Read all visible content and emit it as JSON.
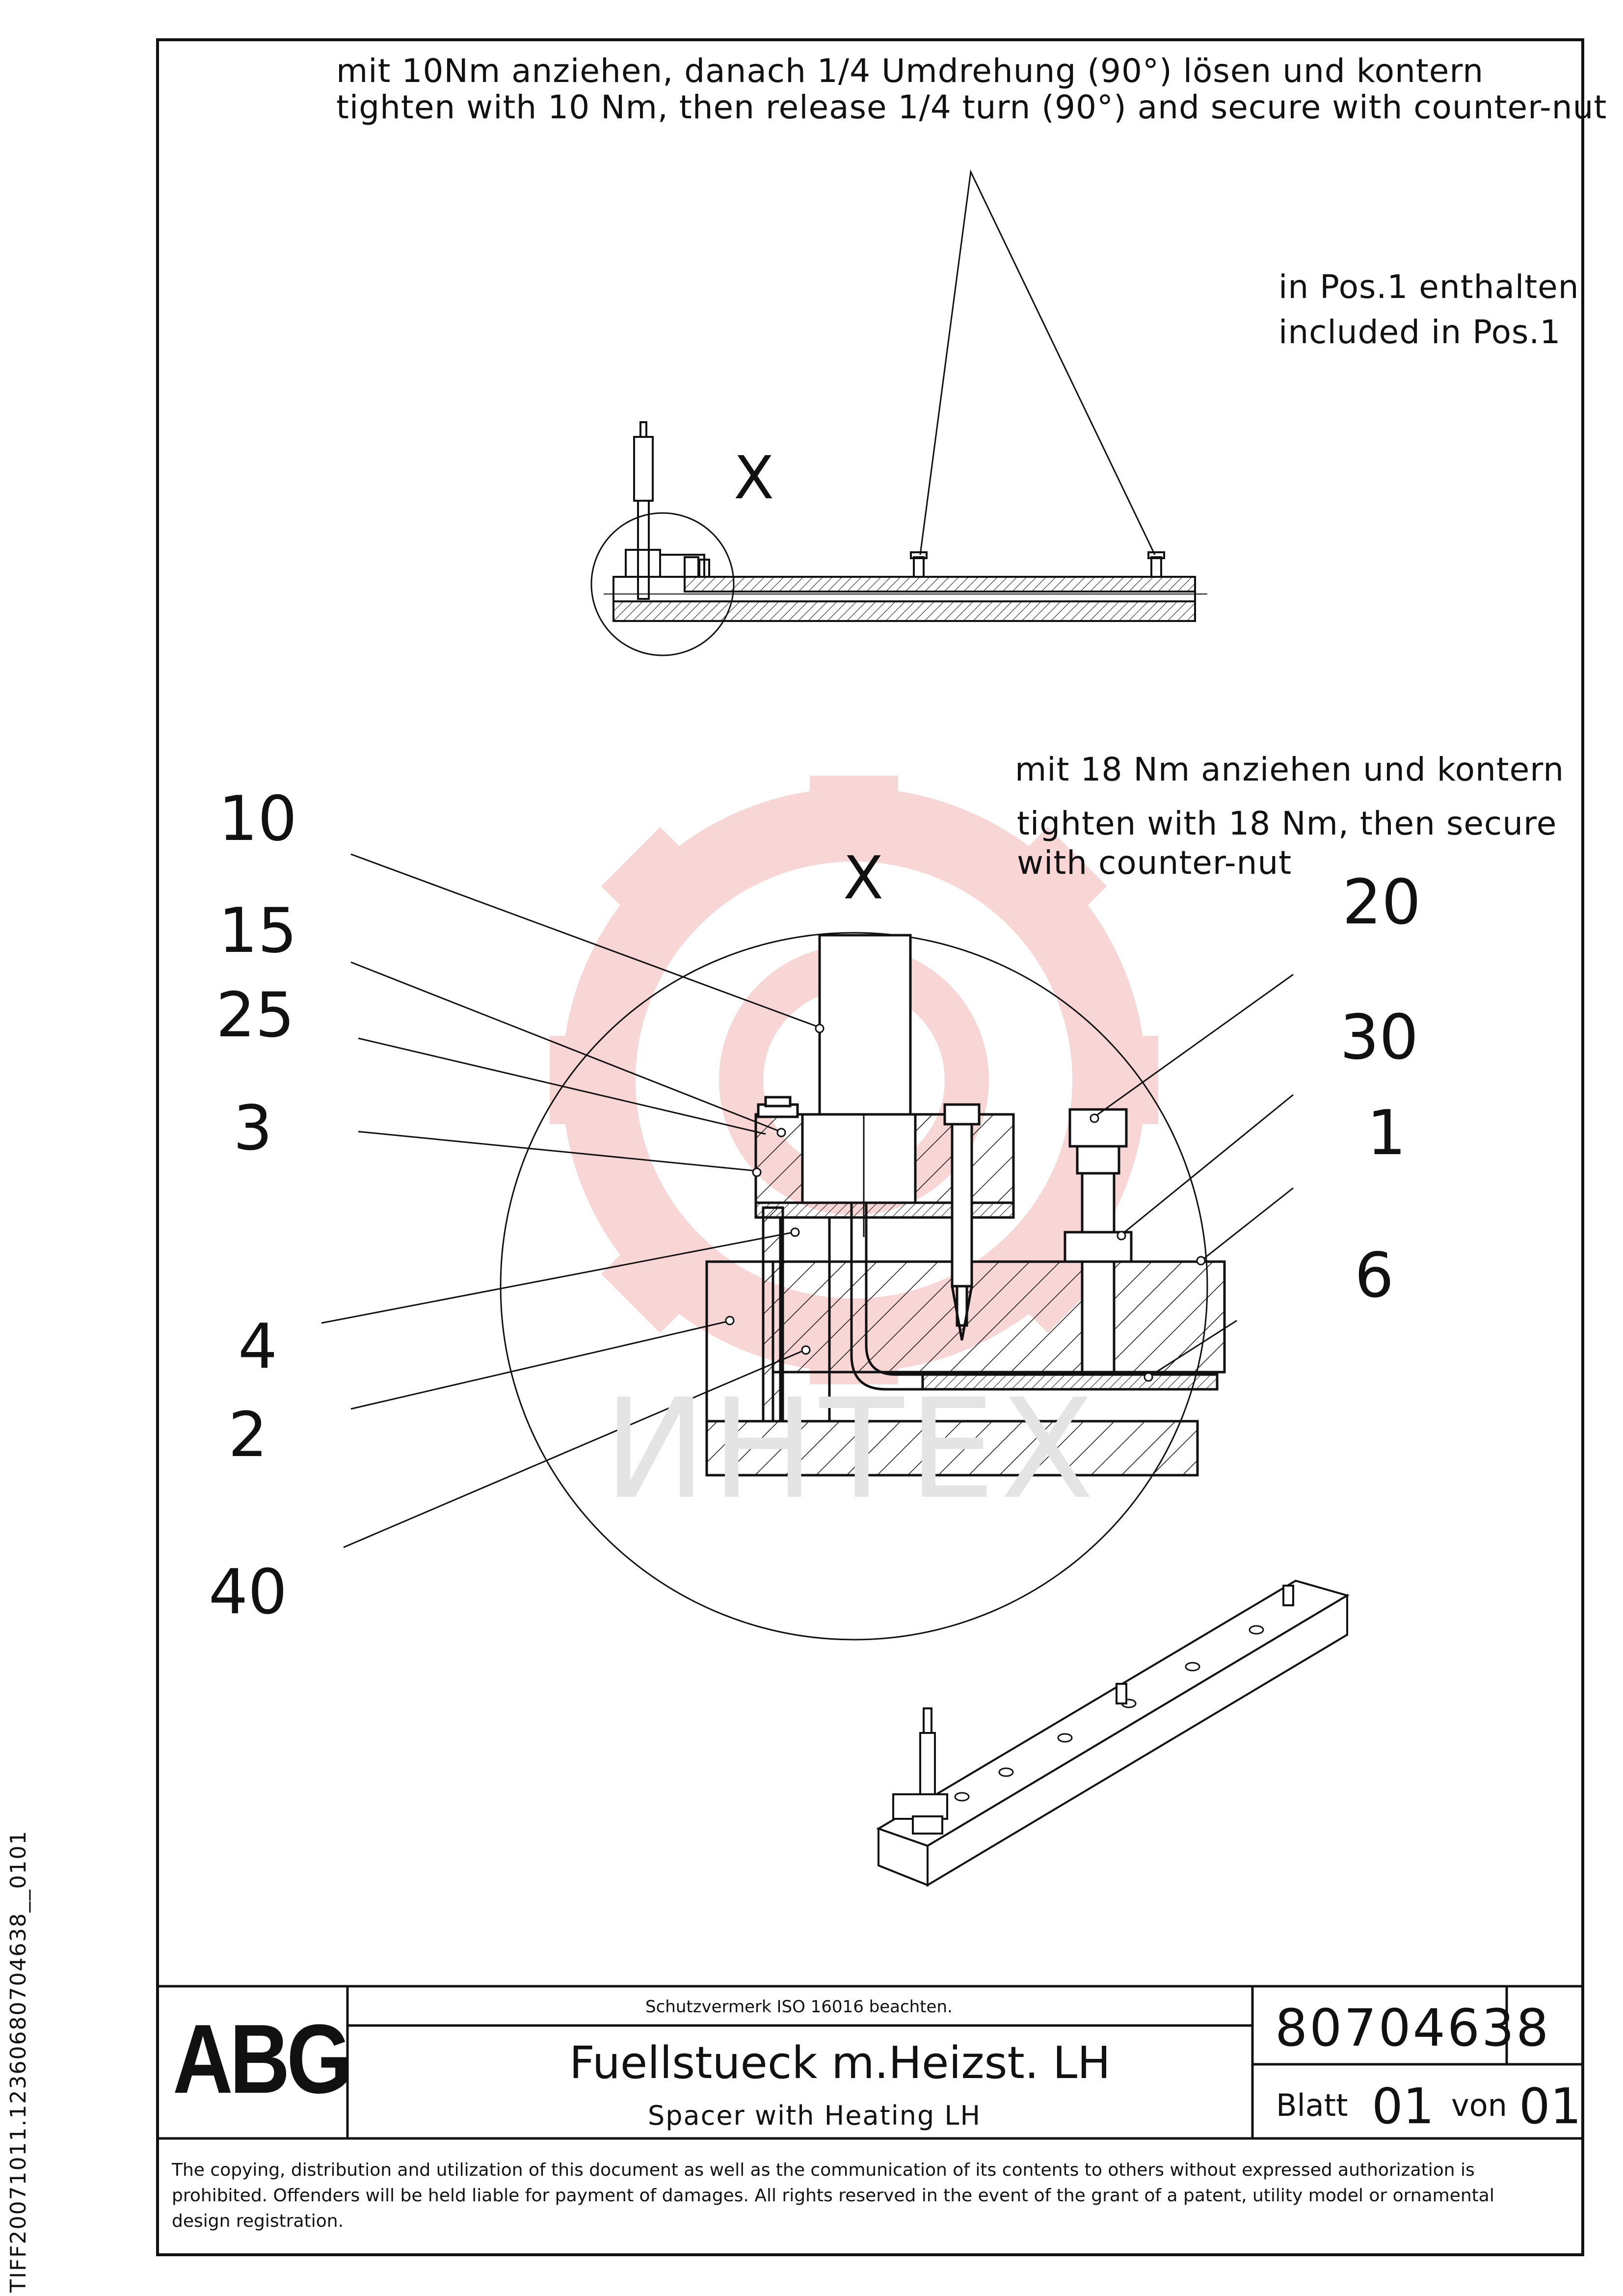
{
  "notes": {
    "top_de": "mit 10Nm anziehen, danach 1/4 Umdrehung (90°) lösen und kontern",
    "top_en": "tighten with 10 Nm, then release 1/4 turn (90°) and secure with counter-nut",
    "included_de": "in Pos.1 enthalten",
    "included_en": "included in Pos.1",
    "detail_de": "mit 18 Nm anziehen und kontern",
    "detail_en_1": "tighten with 18 Nm, then secure",
    "detail_en_2": "with counter-nut"
  },
  "detail_marker": "X",
  "positions": {
    "p10": "10",
    "p15": "15",
    "p25": "25",
    "p3": "3",
    "p4": "4",
    "p2": "2",
    "p40": "40",
    "p20": "20",
    "p30": "30",
    "p1": "1",
    "p6": "6"
  },
  "title_block": {
    "logo": "ABG",
    "protection_note": "Schutzvermerk ISO 16016 beachten.",
    "title_de": "Fuellstueck m.Heizst. LH",
    "title_en": "Spacer with Heating LH",
    "drawing_number": "80704638",
    "sheet_label": "Blatt",
    "sheet_value": "01",
    "of_label": "von",
    "of_value": "01"
  },
  "copyright": "The copying, distribution and utilization of this document as well as the communication of its contents to others without expressed authorization is prohibited. Offenders will be held liable for payment of damages. All rights reserved in the event of the grant of a patent, utility model or ornamental design registration.",
  "side_code": "TIFF20071011.12360680704638__0101",
  "colors": {
    "ink": "#111111",
    "watermark": "#f3b5b5",
    "watermark_text": "#e4e4e4"
  }
}
